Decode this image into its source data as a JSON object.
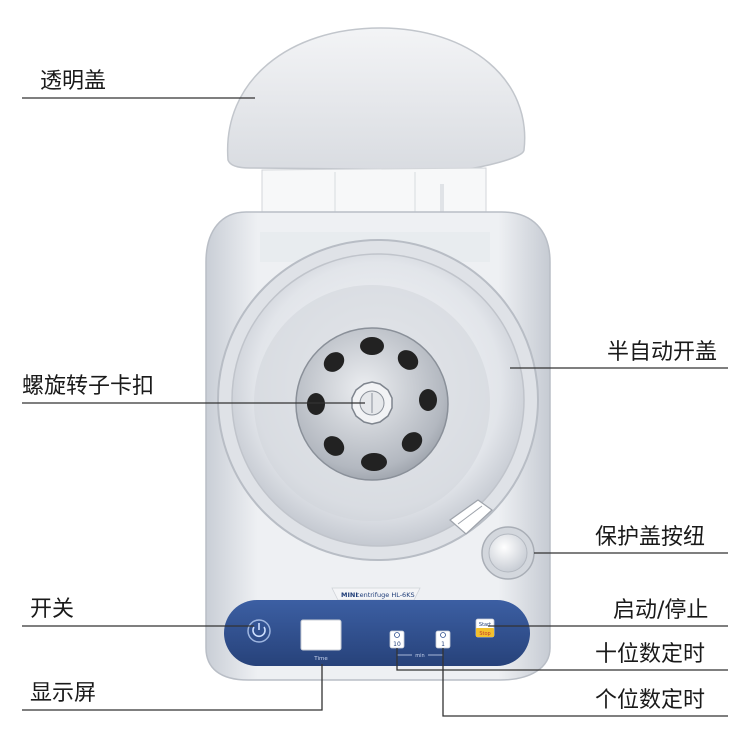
{
  "callouts": {
    "transparent_lid": "透明盖",
    "semi_auto_open_lid": "半自动开盖",
    "rotor_lock": "螺旋转子卡扣",
    "protective_lid_button": "保护盖按纽",
    "power_switch": "开关",
    "start_stop": "启动/停止",
    "tens_timer": "十位数定时",
    "display_screen": "显示屏",
    "units_timer": "个位数定时"
  },
  "device": {
    "brand": "MINI",
    "model_text": "centrifuge  HL-6KS",
    "display_caption": "Time",
    "tens_digit": "10",
    "units_digit": "1",
    "min_label": "min",
    "start_label": "Start",
    "stop_label": "Stop"
  },
  "colors": {
    "panel_blue": "#2f4f8f",
    "start_yellow": "#f2c12e",
    "body_grey": "#e4e7ec",
    "line": "#333333"
  },
  "icons": [
    "power-icon"
  ]
}
